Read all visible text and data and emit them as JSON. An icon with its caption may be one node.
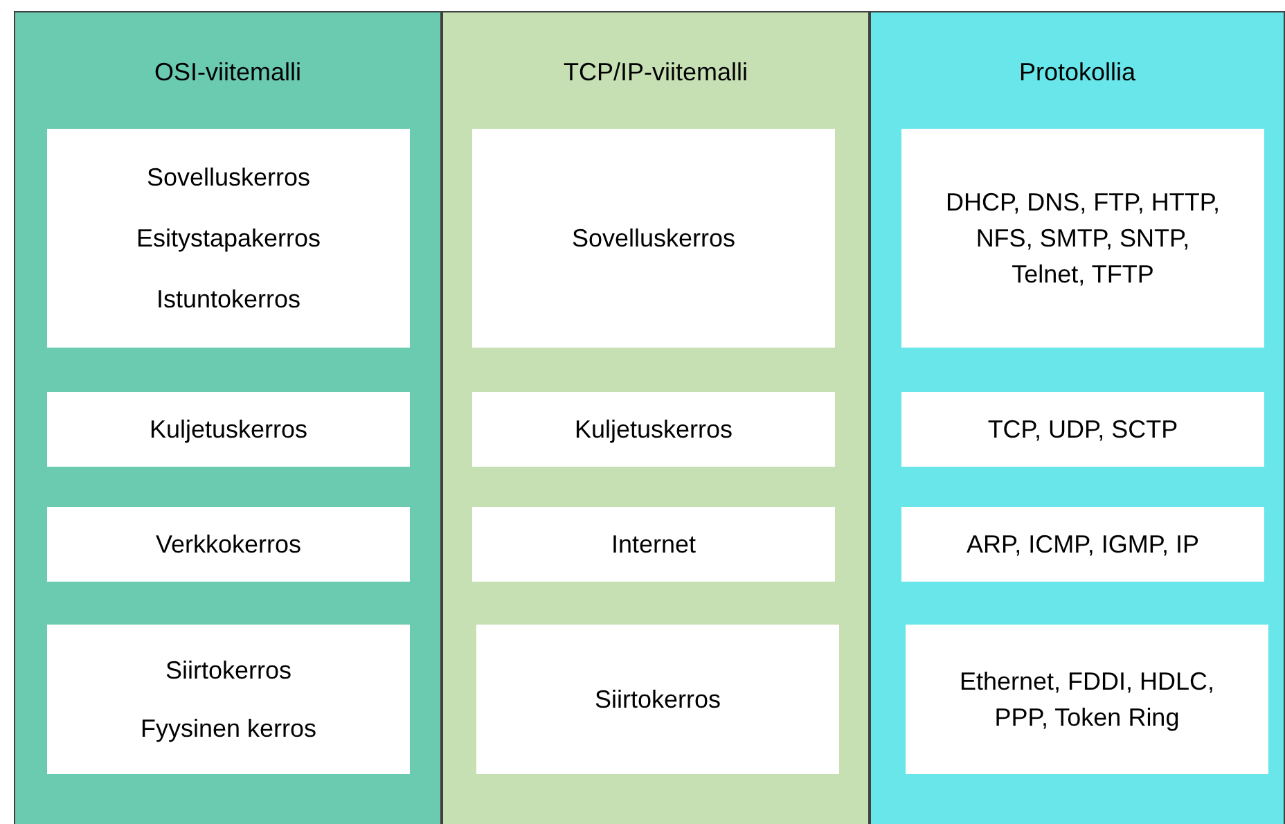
{
  "diagram": {
    "nodes": [
      {
        "text": [
          "OSI-viitemalli"
        ]
      },
      {
        "text": [
          "Sovelluskerros",
          "Esitystapakerros",
          "Istuntokerros"
        ],
        "in": 0
      },
      {
        "text": [
          "Kuljetuskerros"
        ],
        "in": 0
      },
      {
        "text": [
          "Verkkokerros"
        ],
        "in": 0
      },
      {
        "text": [
          "Siirtokerros",
          "Fyysinen kerros"
        ],
        "in": 0
      },
      {
        "text": [
          "TCP/IP-viitemalli"
        ]
      },
      {
        "text": [
          "Sovelluskerros"
        ],
        "in": 5
      },
      {
        "text": [
          "Kuljetuskerros"
        ],
        "in": 5
      },
      {
        "text": [
          "Internet"
        ],
        "in": 5
      },
      {
        "text": [
          "Siirtokerros"
        ],
        "in": 5
      },
      {
        "text": [
          "Protokollia"
        ]
      },
      {
        "text": [
          "DHCP, DNS, FTP, HTTP, NFS, SMTP, SNTP, Telnet, TFTP"
        ],
        "in": 10
      },
      {
        "text": [
          "TCP, UDP, SCTP"
        ],
        "in": 10
      },
      {
        "text": [
          "ARP, ICMP, IGMP, IP"
        ],
        "in": 10
      },
      {
        "text": [
          "Ethernet, FDDI, HDLC, PPP, Token Ring"
        ],
        "in": 10
      }
    ]
  }
}
